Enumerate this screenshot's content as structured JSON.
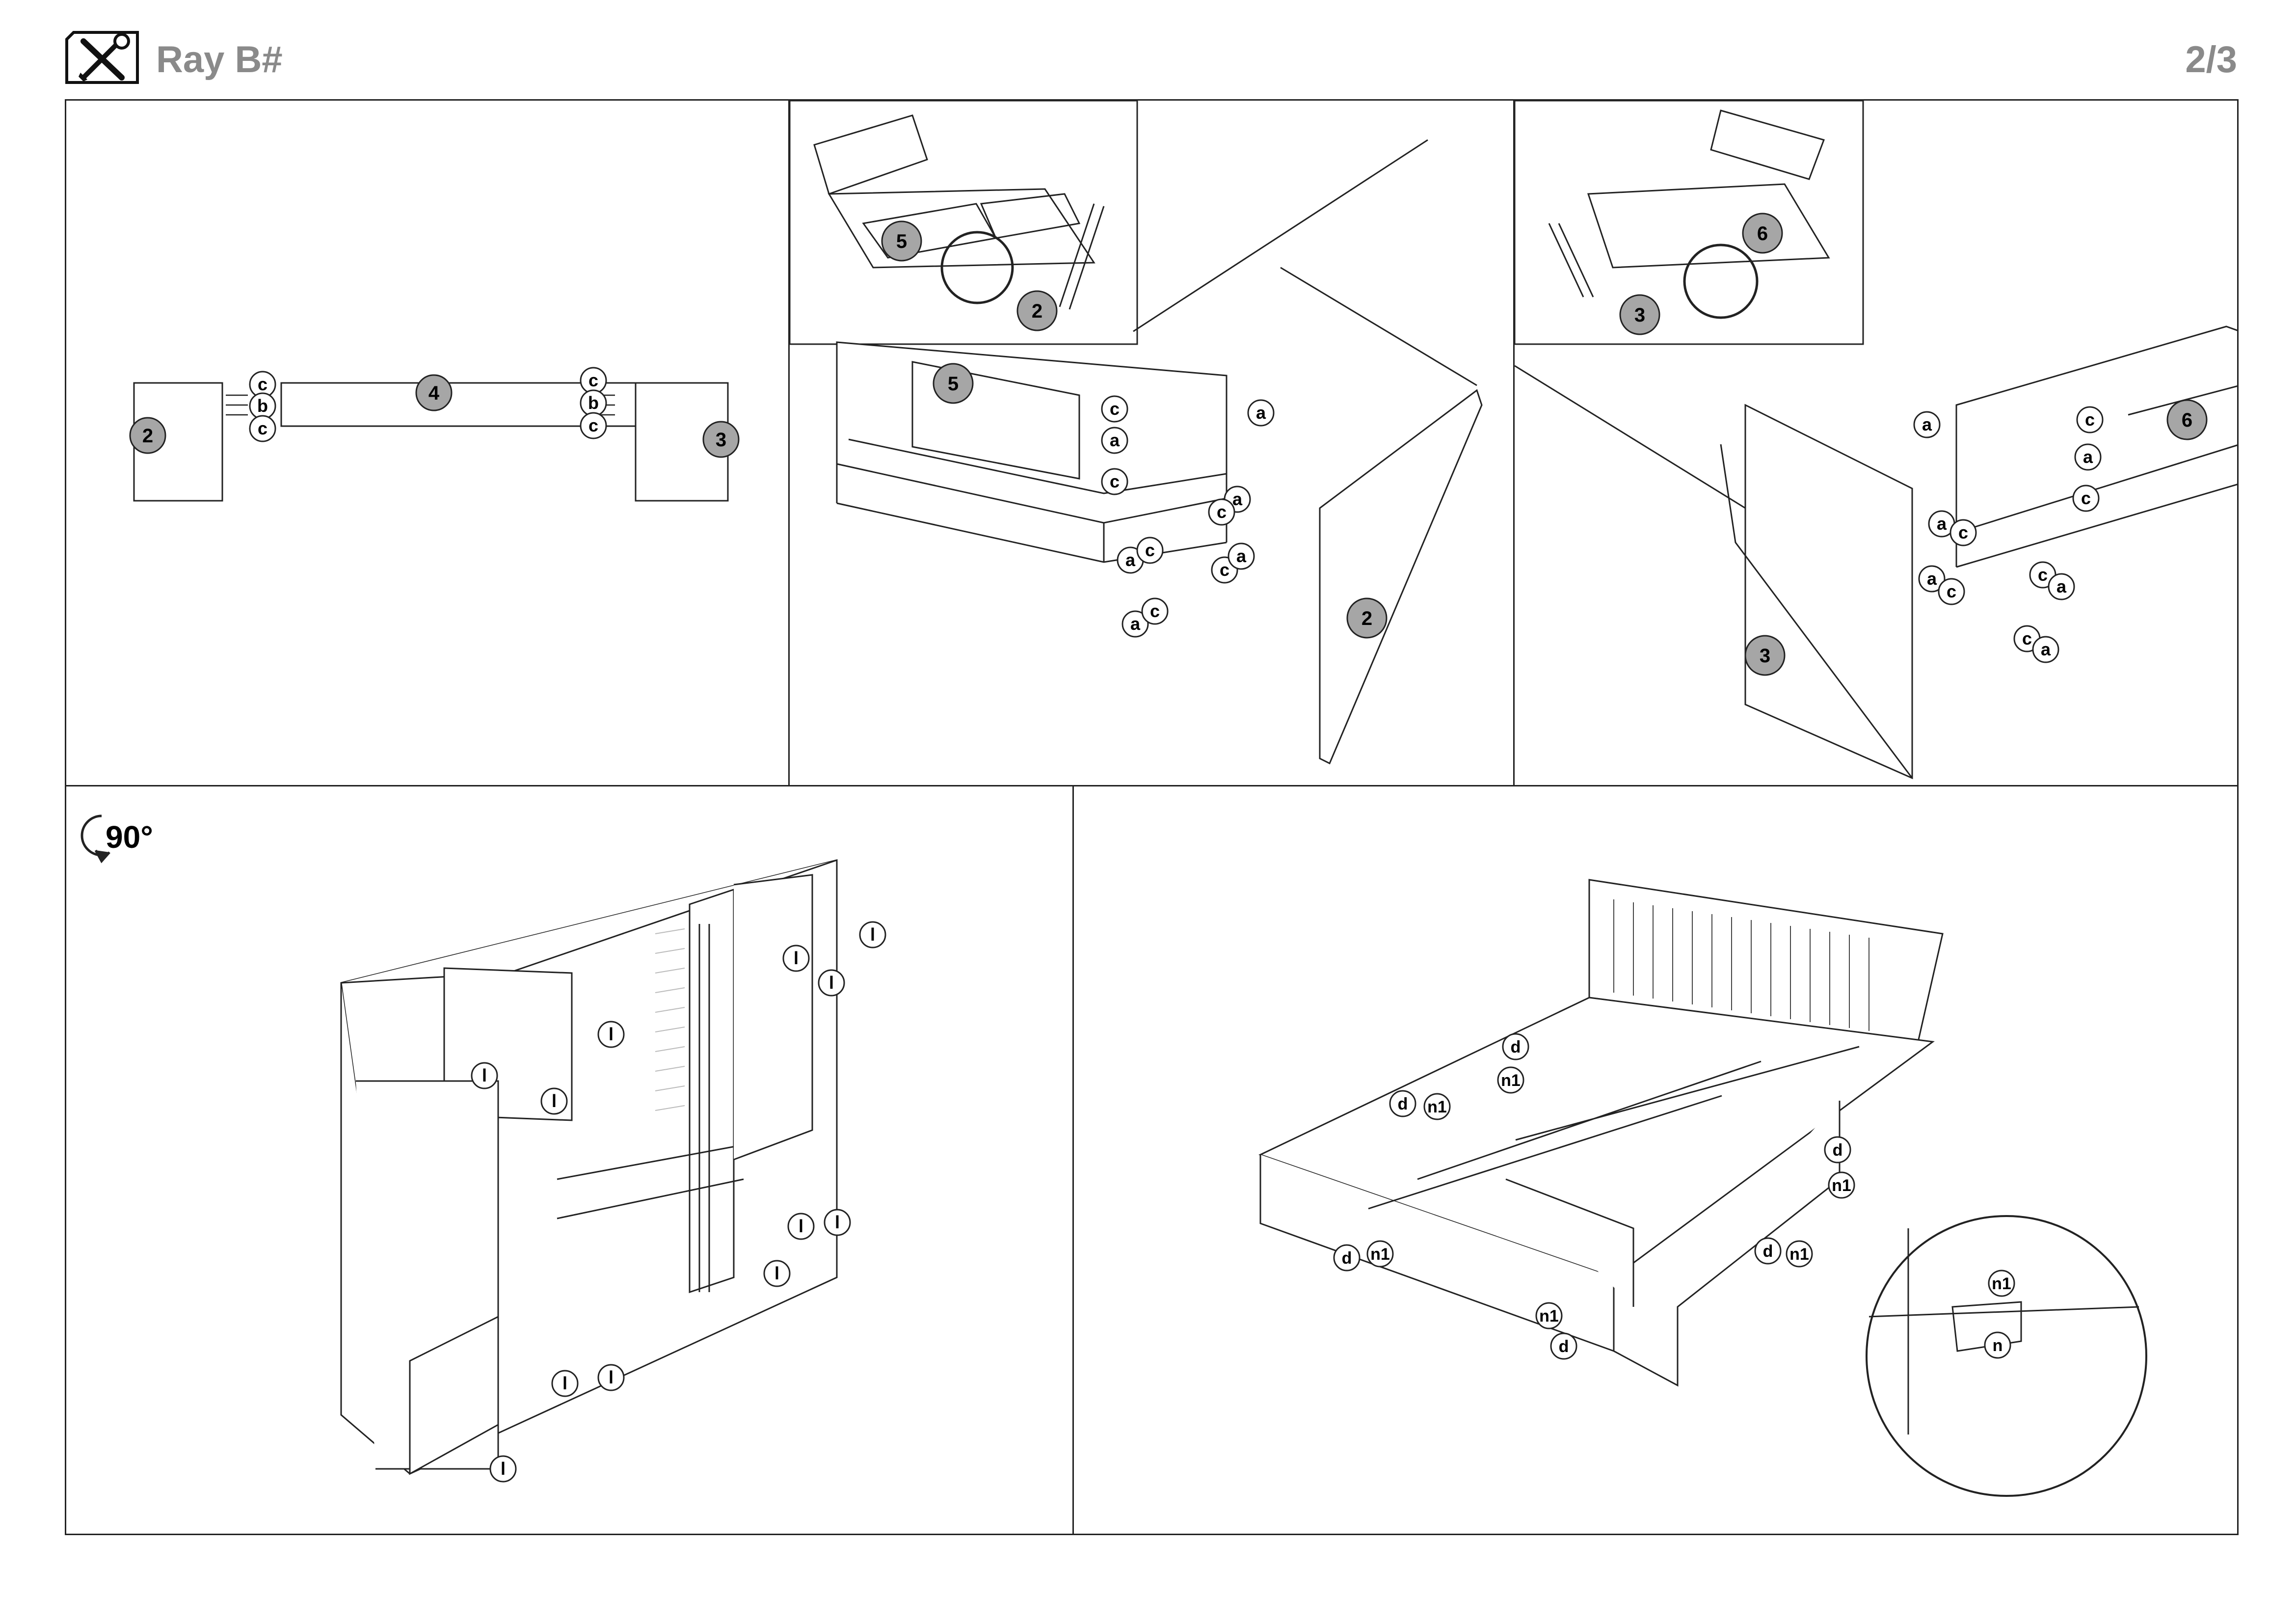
{
  "header": {
    "title": "Ray B#",
    "page": "2/3",
    "icon": "tools-icon"
  },
  "colors": {
    "line": "#222222",
    "part_badge": "#a6a6a6",
    "header_text": "#8a8a8a"
  },
  "panel1": {
    "parts": {
      "left": "2",
      "middle": "4",
      "right": "3"
    },
    "fittings_left": [
      "c",
      "b",
      "c"
    ],
    "fittings_right": [
      "c",
      "b",
      "c"
    ]
  },
  "panel2": {
    "inset_parts": {
      "a": "5",
      "b": "2"
    },
    "parts": {
      "shelf": "5",
      "side": "2"
    },
    "fittings": [
      "c",
      "a",
      "c",
      "a",
      "a",
      "c",
      "a",
      "c",
      "c",
      "a",
      "a",
      "c"
    ]
  },
  "panel3": {
    "inset_parts": {
      "a": "6",
      "b": "3"
    },
    "parts": {
      "shelf": "6",
      "side": "3"
    },
    "fittings": [
      "a",
      "c",
      "a",
      "c",
      "a",
      "c",
      "a",
      "c",
      "c",
      "a",
      "c",
      "a"
    ]
  },
  "panel4": {
    "rotation": "90°",
    "fittings": [
      "l",
      "l",
      "l",
      "l",
      "l",
      "l",
      "l",
      "l",
      "l",
      "l",
      "l",
      "l"
    ]
  },
  "panel5": {
    "fittings": [
      "d",
      "n1",
      "d",
      "n1",
      "d",
      "n1",
      "d",
      "n1",
      "d",
      "n1",
      "n1",
      "d"
    ],
    "detail_fittings": [
      "n1",
      "n"
    ]
  }
}
